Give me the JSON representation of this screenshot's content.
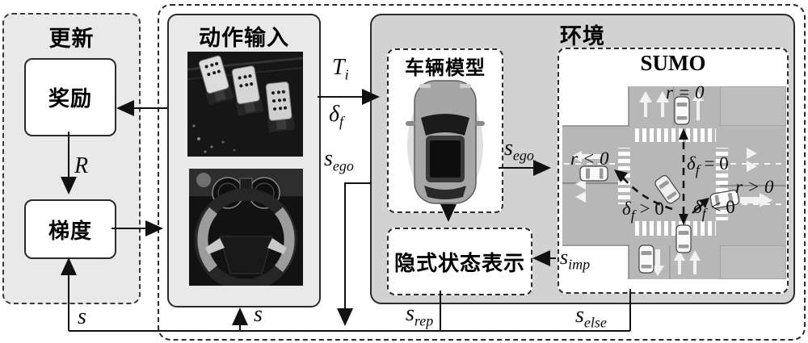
{
  "update_panel": {
    "title": "更新",
    "reward": "奖励",
    "gradient": "梯度"
  },
  "action_panel": {
    "title": "动作输入"
  },
  "environment": {
    "title": "环境",
    "vehicle_model_title": "车辆模型",
    "implicit_state_title": "隐式状态表示",
    "sumo_title": "SUMO"
  },
  "labels": {
    "R": "R",
    "s_update": "s",
    "s_action": "s",
    "T": {
      "base": "T",
      "sub": "i"
    },
    "delta_f": {
      "base": "δ",
      "sub": "f"
    },
    "s_ego_left": {
      "base": "s",
      "sub": "ego"
    },
    "s_ego_right": {
      "base": "s",
      "sub": "ego"
    },
    "s_rep": {
      "base": "s",
      "sub": "rep"
    },
    "s_else": {
      "base": "s",
      "sub": "else"
    },
    "s_imp": {
      "base": "s",
      "sub": "imp"
    }
  },
  "sumo_labels": {
    "r_zero": "r = 0",
    "r_neg": "r < 0",
    "r_pos": "r > 0",
    "d_zero": {
      "base": "δ",
      "sub": "f",
      "eq": " = 0"
    },
    "d_pos": {
      "base": "δ",
      "sub": "f",
      "eq": " > 0"
    },
    "d_neg": {
      "base": "δ",
      "sub": "f",
      "eq": " < 0"
    }
  },
  "icons": {
    "pedals": "pedals-photo",
    "steering": "steering-wheel-photo",
    "car": "car-top-view"
  },
  "colors": {
    "panel_fill": "#e9e9e9",
    "env_fill": "#d2d2d2",
    "road_fill": "#b7b7b7",
    "line": "#111111",
    "box_fill": "#ffffff"
  }
}
